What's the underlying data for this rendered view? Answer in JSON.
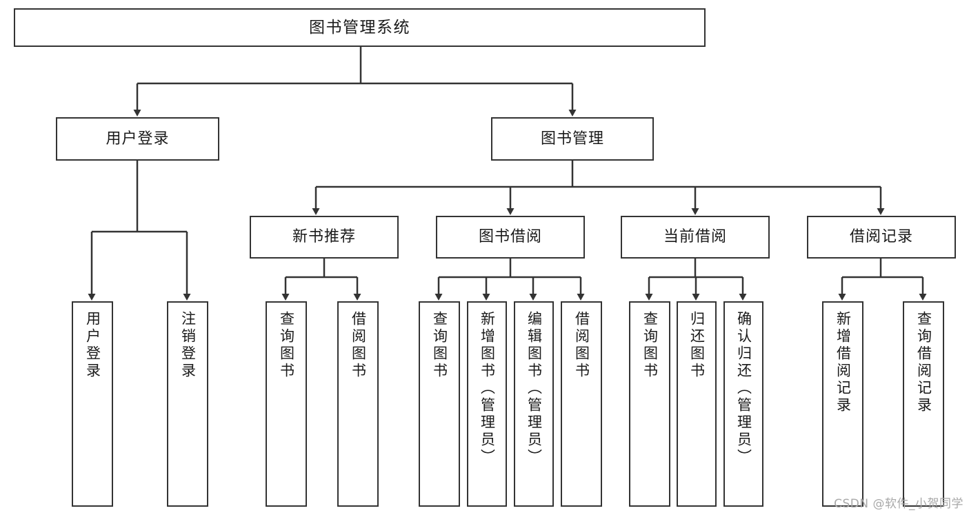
{
  "diagram": {
    "title": "图书管理系统",
    "type": "tree",
    "root": {
      "id": "root",
      "label": "图书管理系统",
      "orientation": "horizontal"
    },
    "level2": [
      {
        "id": "user-login",
        "label": "用户登录",
        "orientation": "horizontal"
      },
      {
        "id": "book-management",
        "label": "图书管理",
        "orientation": "horizontal"
      }
    ],
    "level3": [
      {
        "id": "new-book-recommend",
        "label": "新书推荐",
        "orientation": "horizontal",
        "parent": "book-management"
      },
      {
        "id": "book-borrow",
        "label": "图书借阅",
        "orientation": "horizontal",
        "parent": "book-management"
      },
      {
        "id": "current-borrow",
        "label": "当前借阅",
        "orientation": "horizontal",
        "parent": "book-management"
      },
      {
        "id": "borrow-record",
        "label": "借阅记录",
        "orientation": "horizontal",
        "parent": "book-management"
      }
    ],
    "leaves": [
      {
        "id": "leaf-user-login",
        "label": "用户登录",
        "parent": "user-login",
        "orientation": "vertical"
      },
      {
        "id": "leaf-logout-login",
        "label": "注销登录",
        "parent": "user-login",
        "orientation": "vertical"
      },
      {
        "id": "leaf-query-book-1",
        "label": "查询图书",
        "parent": "new-book-recommend",
        "orientation": "vertical"
      },
      {
        "id": "leaf-borrow-book-1",
        "label": "借阅图书",
        "parent": "new-book-recommend",
        "orientation": "vertical"
      },
      {
        "id": "leaf-query-book-2",
        "label": "查询图书",
        "parent": "book-borrow",
        "orientation": "vertical"
      },
      {
        "id": "leaf-add-book",
        "label": "新增图书（管理员）",
        "parent": "book-borrow",
        "orientation": "vertical"
      },
      {
        "id": "leaf-edit-book",
        "label": "编辑图书（管理员）",
        "parent": "book-borrow",
        "orientation": "vertical"
      },
      {
        "id": "leaf-borrow-book-2",
        "label": "借阅图书",
        "parent": "book-borrow",
        "orientation": "vertical"
      },
      {
        "id": "leaf-query-book-3",
        "label": "查询图书",
        "parent": "current-borrow",
        "orientation": "vertical"
      },
      {
        "id": "leaf-return-book",
        "label": "归还图书",
        "parent": "current-borrow",
        "orientation": "vertical"
      },
      {
        "id": "leaf-confirm-return",
        "label": "确认归还（管理员）",
        "parent": "current-borrow",
        "orientation": "vertical"
      },
      {
        "id": "leaf-add-borrow-record",
        "label": "新增借阅记录",
        "parent": "borrow-record",
        "orientation": "vertical"
      },
      {
        "id": "leaf-query-borrow-record",
        "label": "查询借阅记录",
        "parent": "borrow-record",
        "orientation": "vertical"
      }
    ],
    "colors": {
      "border": "#333333",
      "background": "#ffffff",
      "text": "#1a1a1a",
      "connector": "#333333",
      "watermark": "#a8a8a8"
    }
  },
  "watermark": {
    "text": "CSDN @软件_小贺同学"
  }
}
